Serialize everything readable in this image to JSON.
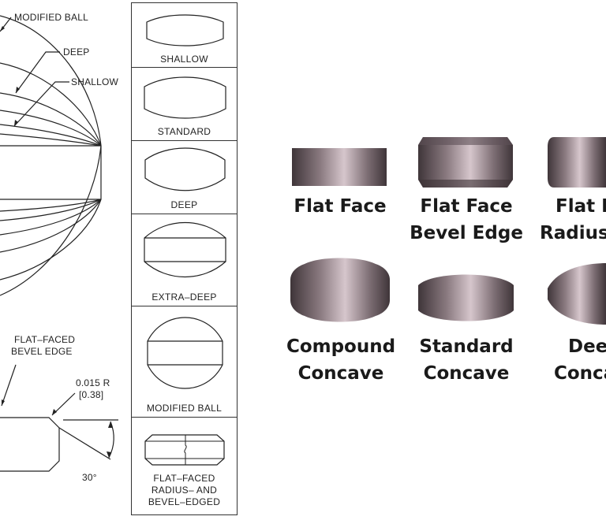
{
  "drawing": {
    "labels": {
      "modified_ball": "MODIFIED BALL",
      "deep": "DEEP",
      "shallow": "SHALLOW",
      "flat_faced_bevel_edge_line1": "FLAT–FACED",
      "flat_faced_bevel_edge_line2": "BEVEL EDGE",
      "radius_line1": "0.015 R",
      "radius_line2": "[0.38]",
      "angle": "30°"
    }
  },
  "profiles": [
    {
      "label": "SHALLOW"
    },
    {
      "label": "STANDARD"
    },
    {
      "label": "DEEP"
    },
    {
      "label": "EXTRA–DEEP"
    },
    {
      "label": "MODIFIED BALL"
    },
    {
      "label_line1": "FLAT–FACED",
      "label_line2": "RADIUS– AND",
      "label_line3": "BEVEL–EDGED"
    }
  ],
  "tablets": [
    {
      "line1": "Flat Face",
      "line2": ""
    },
    {
      "line1": "Flat Face",
      "line2": "Bevel Edge"
    },
    {
      "line1": "Flat F",
      "line2": "Radius"
    },
    {
      "line1": "Compound",
      "line2": "Concave"
    },
    {
      "line1": "Standard",
      "line2": "Concave"
    },
    {
      "line1": "Dee",
      "line2": "Conca"
    }
  ],
  "colors": {
    "line": "#222222",
    "tablet_dark": "#4a3f44",
    "tablet_light": "#cdbcc2"
  }
}
